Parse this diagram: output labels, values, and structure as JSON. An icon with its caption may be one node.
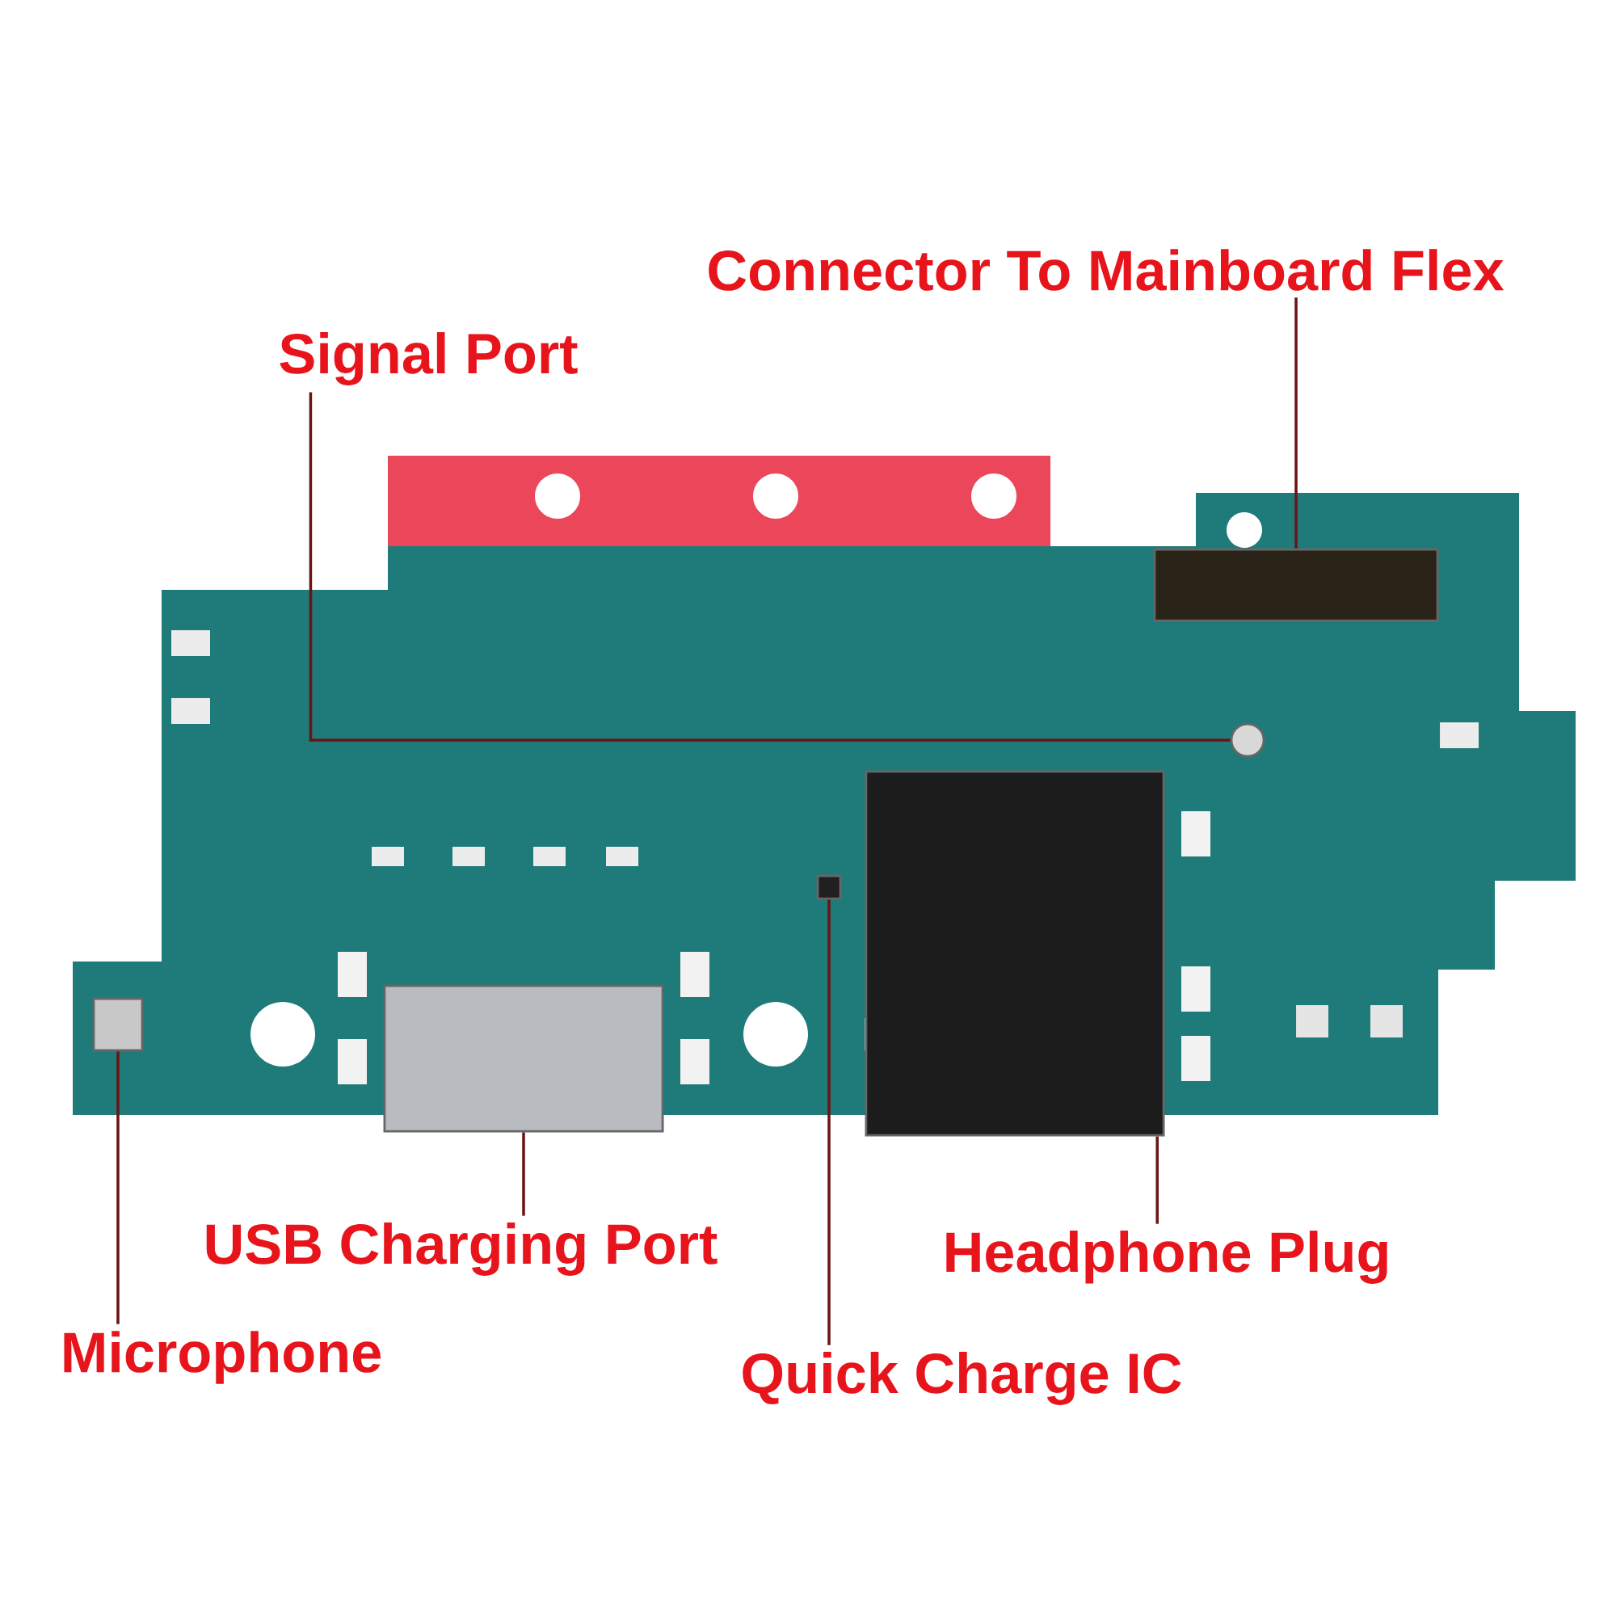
{
  "diagram": {
    "nodes": [
      {
        "text": [
          "Connector To Mainboard Flex"
        ]
      },
      {
        "text": [
          "Signal Port"
        ]
      },
      {
        "text": [
          "USB Charging Port"
        ]
      },
      {
        "text": [
          "Microphone"
        ]
      },
      {
        "text": [
          "Quick Charge IC"
        ]
      },
      {
        "text": [
          "Headphone Plug"
        ]
      },
      {
        "text": [],
        "shape": "box"
      },
      {
        "text": [],
        "shape": "circle"
      },
      {
        "text": [],
        "shape": "box"
      },
      {
        "text": [],
        "shape": "box"
      },
      {
        "text": [],
        "shape": "box"
      },
      {
        "text": [],
        "shape": "box"
      }
    ],
    "edges": [
      {
        "from": 0,
        "to": 6,
        "arrow": "none"
      },
      {
        "from": 1,
        "to": 7,
        "arrow": "none"
      },
      {
        "from": 2,
        "to": 8,
        "arrow": "none"
      },
      {
        "from": 3,
        "to": 9,
        "arrow": "none"
      },
      {
        "from": 4,
        "to": 10,
        "arrow": "none"
      },
      {
        "from": 5,
        "to": 11,
        "arrow": "none"
      }
    ]
  }
}
